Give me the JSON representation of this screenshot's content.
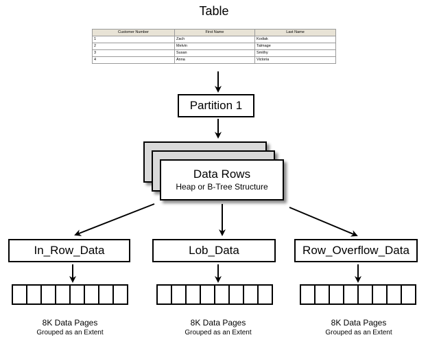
{
  "title": "Table",
  "table": {
    "headers": [
      "Customer Number",
      "First Name",
      "Last Name"
    ],
    "rows": [
      [
        "1",
        "Zach",
        "Kodiak"
      ],
      [
        "2",
        "Melvin",
        "Talmage"
      ],
      [
        "3",
        "Susan",
        "Smithy"
      ],
      [
        "4",
        "Anna",
        "Victoria"
      ]
    ]
  },
  "partition_label": "Partition 1",
  "data_rows": {
    "title": "Data Rows",
    "subtitle": "Heap or B-Tree Structure"
  },
  "allocation_units": [
    {
      "label": "In_Row_Data",
      "pages_caption": "8K Data Pages",
      "extent_caption": "Grouped as an Extent"
    },
    {
      "label": "Lob_Data",
      "pages_caption": "8K Data Pages",
      "extent_caption": "Grouped as an Extent"
    },
    {
      "label": "Row_Overflow_Data",
      "pages_caption": "8K Data Pages",
      "extent_caption": "Grouped as an Extent"
    }
  ],
  "pages_per_extent": 8
}
